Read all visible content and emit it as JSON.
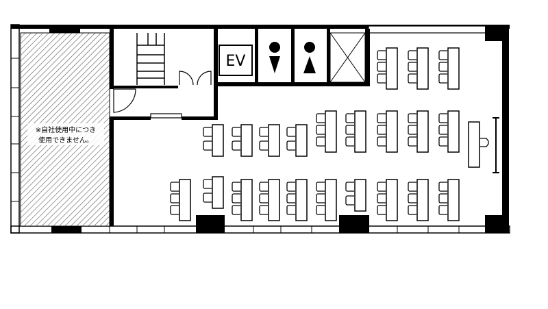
{
  "floor_plan": {
    "elevator_label": "EV",
    "unavailable_note_line1": "※自社使用中につき",
    "unavailable_note_line2": "使用できません。",
    "restrooms": [
      {
        "name": "mens-restroom-icon"
      },
      {
        "name": "womens-restroom-icon"
      }
    ],
    "desk_rows": {
      "back_rows": 3,
      "middle_rows": 9,
      "front_rows": 10
    }
  }
}
